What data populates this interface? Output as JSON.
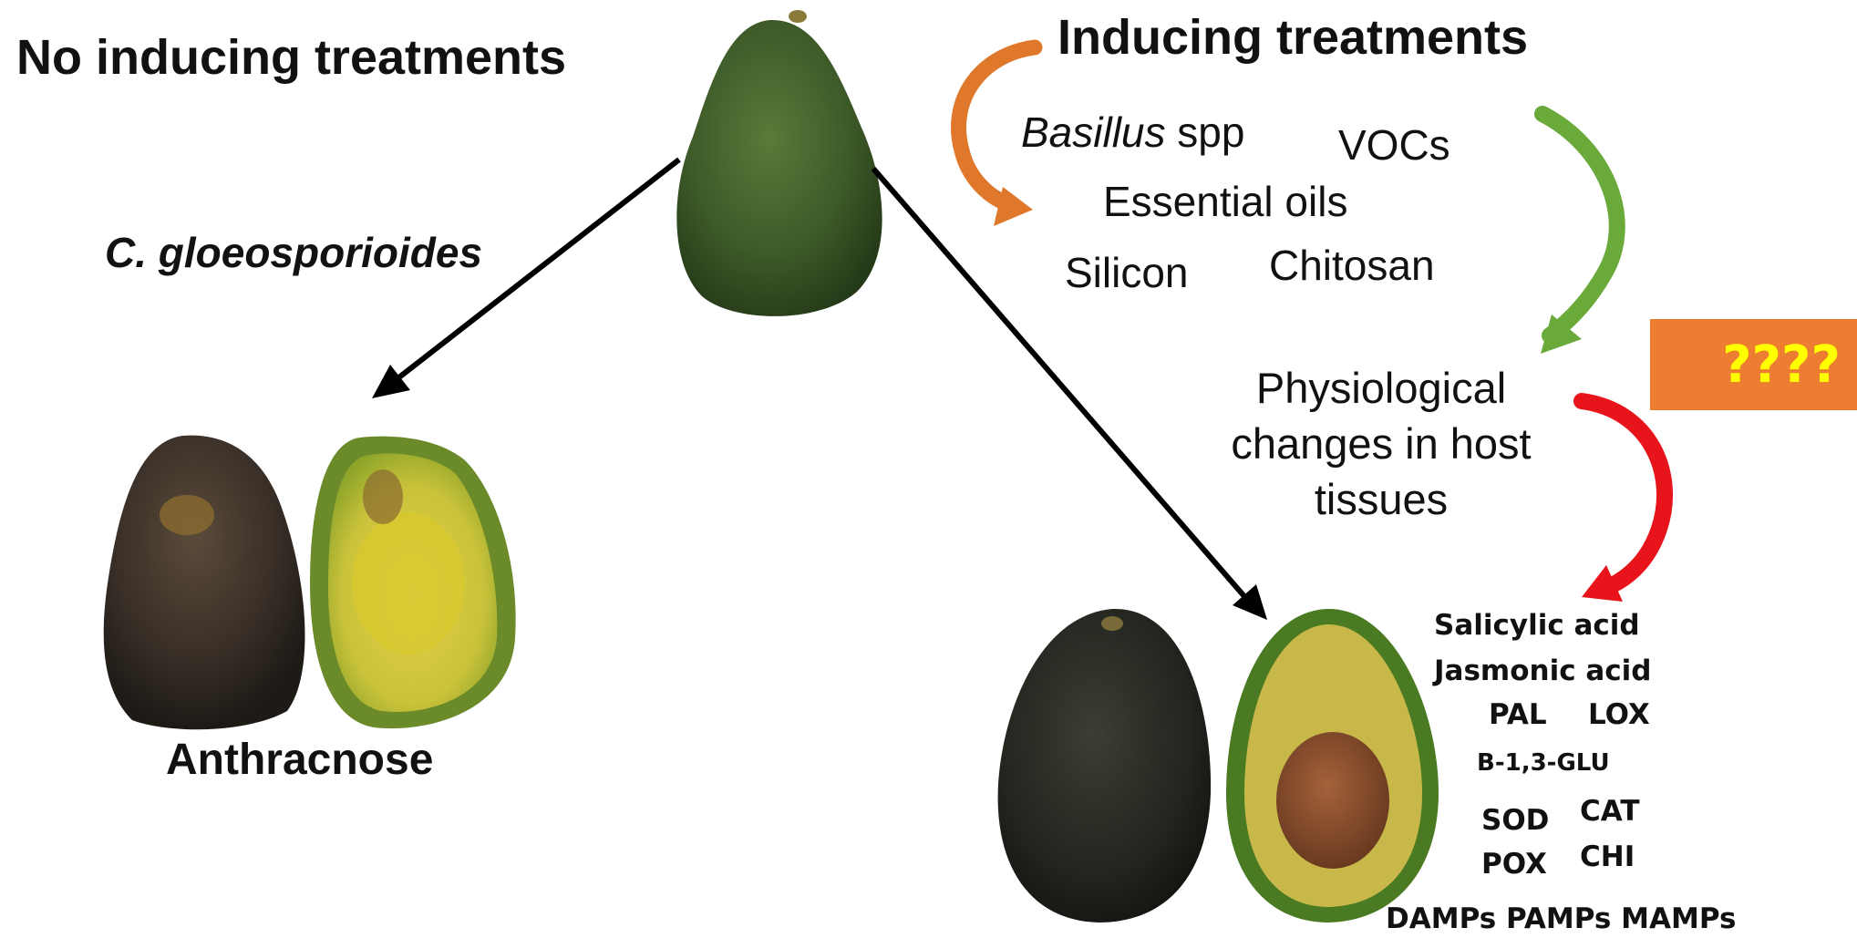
{
  "heading_left": "No inducing treatments",
  "heading_right": "Inducing treatments",
  "pathogen": "C. gloeosporioides",
  "disease": "Anthracnose",
  "treatments": {
    "basillus_italic": "Basillus",
    "basillus_rest": " spp",
    "vocs": "VOCs",
    "essential_oils": "Essential oils",
    "silicon": "Silicon",
    "chitosan": "Chitosan"
  },
  "physiological": "Physiological changes in host tissues",
  "question_box": "????",
  "responses": {
    "salicylic": "Salicylic acid",
    "jasmonic": "Jasmonic acid",
    "pal": "PAL",
    "lox": "LOX",
    "glu": "B-1,3-GLU",
    "sod": "SOD",
    "cat": "CAT",
    "pox": "POX",
    "chi": "CHI",
    "patterns": "DAMPs PAMPs MAMPs"
  },
  "colors": {
    "orange_arrow": "#e0782c",
    "green_arrow": "#6aaa3a",
    "red_arrow": "#e8141b",
    "box": "#ed7d31",
    "box_text": "#ffff00"
  }
}
